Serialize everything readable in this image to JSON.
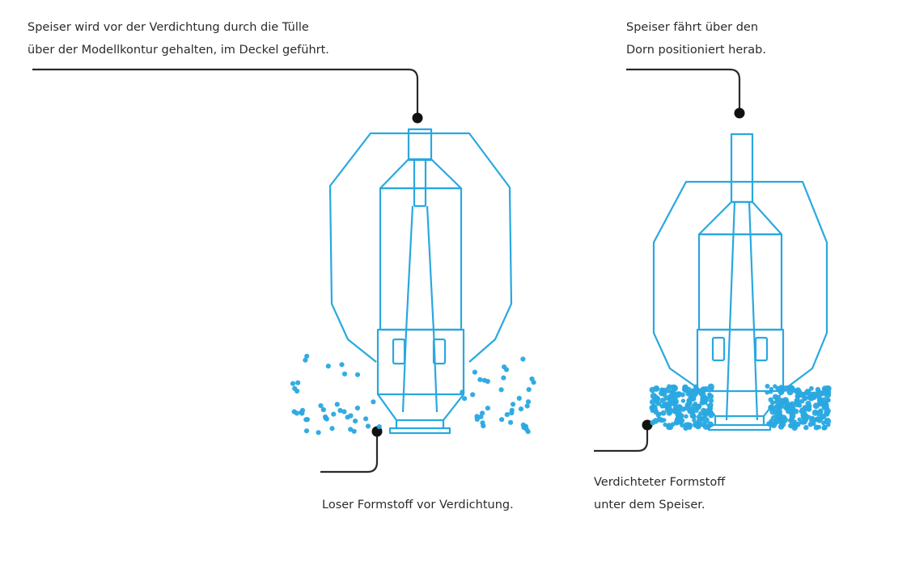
{
  "colors": {
    "accent": "#29a8e0",
    "ink": "#2b2b2b"
  },
  "annotations": {
    "left_top": [
      "Speiser wird vor der Verdichtung durch die Tülle",
      "über der Modellkontur gehalten, im Deckel geführt."
    ],
    "right_top": [
      "Speiser fährt über den",
      "Dorn positioniert herab."
    ],
    "left_bottom": [
      "Loser Formstoff vor Verdichtung."
    ],
    "right_bottom": [
      "Verdichteter Formstoff",
      "unter dem Speiser."
    ]
  }
}
